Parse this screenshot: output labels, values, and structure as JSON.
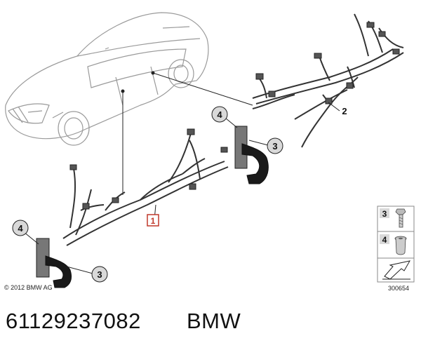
{
  "callouts": [
    {
      "id": "callout-1",
      "label": "1"
    },
    {
      "id": "callout-2",
      "label": "2"
    },
    {
      "id": "callout-3-right",
      "label": "3"
    },
    {
      "id": "callout-4-right",
      "label": "4"
    },
    {
      "id": "callout-3-left",
      "label": "3"
    },
    {
      "id": "callout-4-left",
      "label": "4"
    }
  ],
  "legend": {
    "items": [
      {
        "label": "3",
        "icon": "bolt-icon"
      },
      {
        "label": "4",
        "icon": "nut-icon"
      }
    ],
    "arrow_icon": "direction-arrow-icon"
  },
  "copyright": "© 2012 BMW AG",
  "diagram_id": "300654",
  "part_number": "61129237082",
  "brand": "BMW",
  "colors": {
    "line": "#222222",
    "callout_1": "#c0392b",
    "car_outline": "#9a9a9a"
  }
}
